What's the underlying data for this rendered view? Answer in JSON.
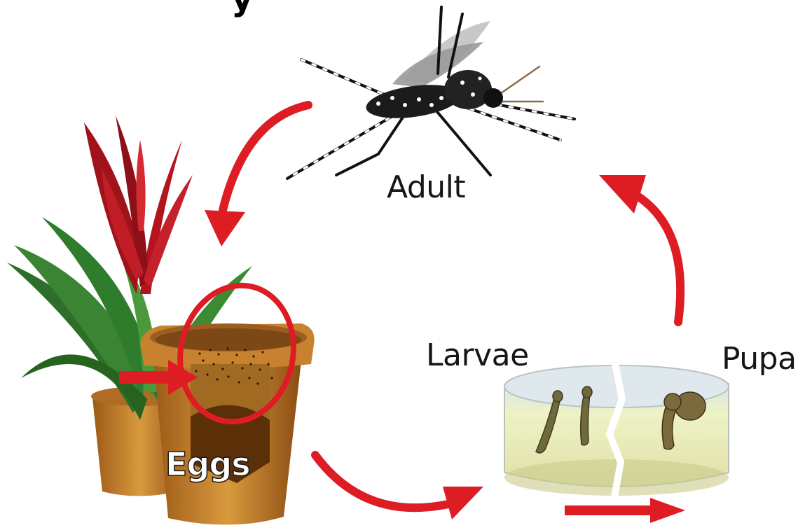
{
  "title_fragment": "y",
  "stages": {
    "adult": "Adult",
    "eggs": "Eggs",
    "larvae": "Larvae",
    "pupa": "Pupa"
  },
  "colors": {
    "arrow": "#dd1c24",
    "pot": "#c9822c",
    "water": "#e6edc0",
    "leaf": "#2f7d2c",
    "flower": "#b3141d"
  },
  "icons": {
    "mosquito": "mosquito-icon",
    "plant": "bromeliad-plant-icon",
    "pot": "flower-pot-icon",
    "dish": "water-dish-icon"
  }
}
